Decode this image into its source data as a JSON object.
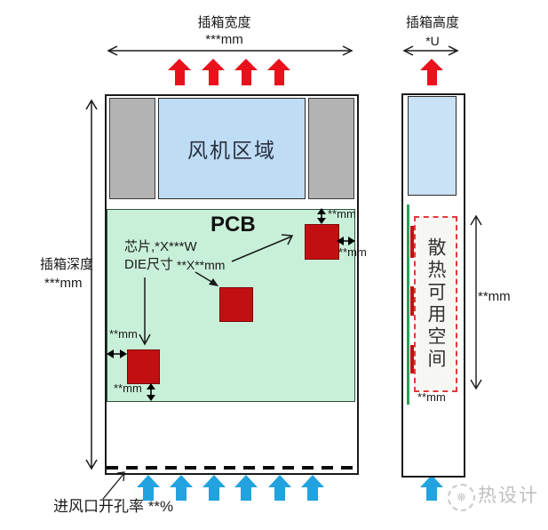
{
  "front_view": {
    "width_dim": {
      "label": "插箱宽度",
      "value": "***mm"
    },
    "depth_dim": {
      "label": "插箱深度",
      "value": "***mm"
    },
    "fan_area_label": "风机区域",
    "pcb_label": "PCB",
    "chip_note_line1": "芯片,*X***W",
    "chip_note_line2": "DIE尺寸",
    "chip_size": "**X**mm",
    "chip1_top_gap": "**mm",
    "chip1_right_gap": "**mm",
    "chip3_left_gap": "**mm",
    "chip3_bottom_gap": "**mm",
    "inlet_note": "进风口开孔率",
    "inlet_value": "**%"
  },
  "side_view": {
    "height_dim": {
      "label": "插箱高度",
      "value": "*U"
    },
    "cooling_space_label": "散热可用空间",
    "cooling_space_height": "**mm",
    "pcb_clearance": "**mm"
  },
  "watermark": {
    "text": "热设计"
  },
  "colors": {
    "hot_air": "#e8111c",
    "cold_air": "#22a3df",
    "chip": "#c40f12",
    "pcb": "#c8f0d8",
    "fan_zone": "#bfdcf5",
    "panel_gray": "#b3b3b3",
    "space_outline": "#e03a3a"
  }
}
